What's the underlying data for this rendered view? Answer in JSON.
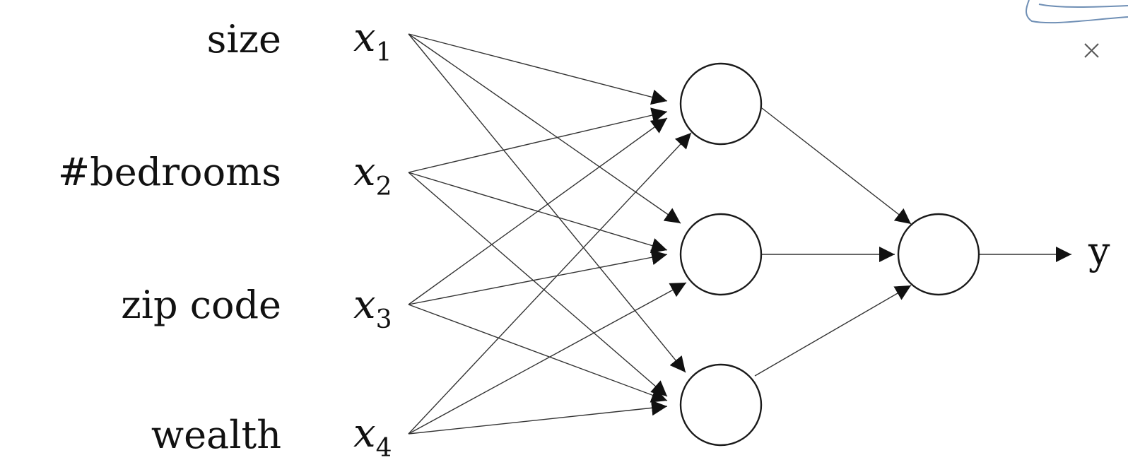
{
  "inputs": [
    {
      "feature": "size",
      "var": "x",
      "sub": "1"
    },
    {
      "feature": "#bedrooms",
      "var": "x",
      "sub": "2"
    },
    {
      "feature": "zip code",
      "var": "x",
      "sub": "3"
    },
    {
      "feature": "wealth",
      "var": "x",
      "sub": "4"
    }
  ],
  "hidden_layer": {
    "count": 3
  },
  "output": {
    "label": "y"
  },
  "colors": {
    "ink": "#111111",
    "annotation": "#6f8fb5"
  }
}
